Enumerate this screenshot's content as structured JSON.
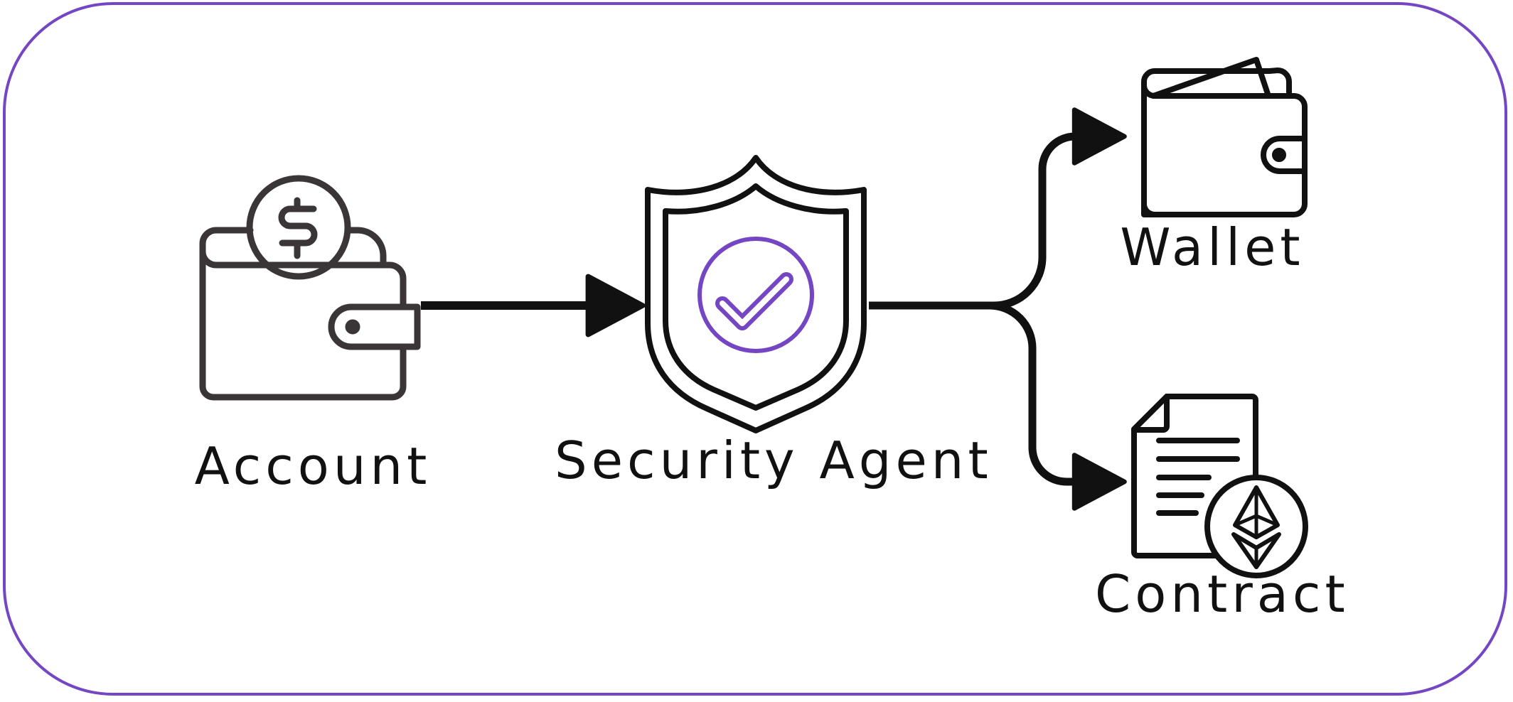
{
  "colors": {
    "border": "#7446c4",
    "accent": "#7446c4",
    "stroke": "#111111",
    "text": "#111111"
  },
  "nodes": {
    "account": {
      "label": "Account",
      "icon": "wallet-with-coin-icon"
    },
    "agent": {
      "label": "Security Agent",
      "icon": "shield-check-icon"
    },
    "wallet": {
      "label": "Wallet",
      "icon": "wallet-icon"
    },
    "contract": {
      "label": "Contract",
      "icon": "ethereum-contract-icon"
    }
  },
  "edges": [
    {
      "from": "account",
      "to": "agent"
    },
    {
      "from": "agent",
      "to": "wallet"
    },
    {
      "from": "agent",
      "to": "contract"
    }
  ]
}
